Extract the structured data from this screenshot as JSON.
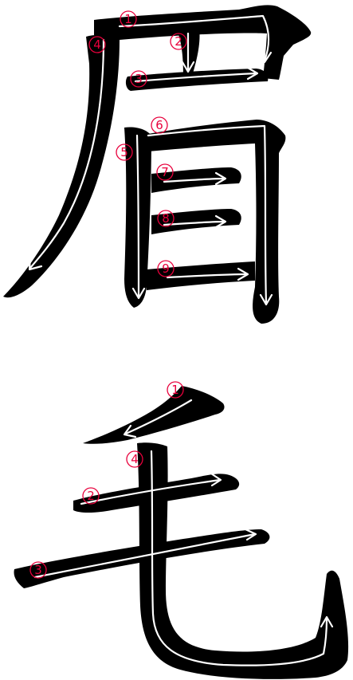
{
  "characters": [
    {
      "glyph": "眉",
      "stroke_numbers": [
        "1",
        "2",
        "3",
        "4",
        "5",
        "6",
        "7",
        "8",
        "9"
      ]
    },
    {
      "glyph": "毛",
      "stroke_numbers": [
        "1",
        "2",
        "3",
        "4"
      ]
    }
  ],
  "colors": {
    "ink": "#000000",
    "guide": "#ffffff",
    "number": "#e8003c",
    "background": "#ffffff"
  }
}
